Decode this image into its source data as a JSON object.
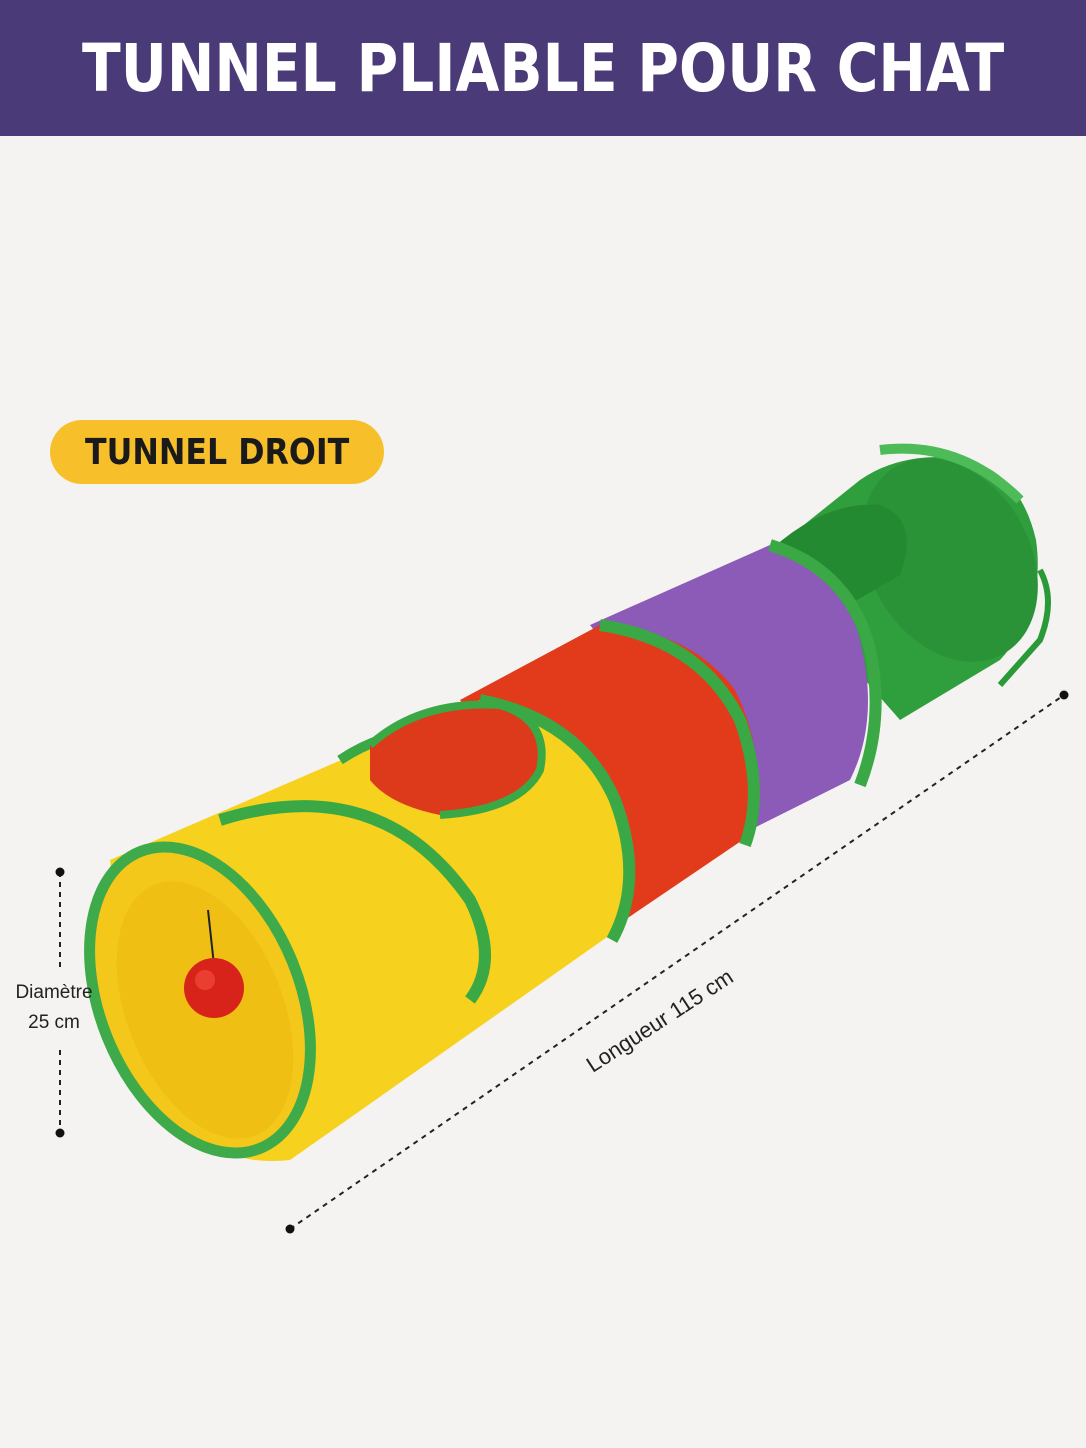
{
  "header": {
    "title": "TUNNEL PLIABLE POUR CHAT"
  },
  "badge": {
    "label": "TUNNEL DROIT"
  },
  "dimensions": {
    "diameter_line1": "Diamètre",
    "diameter_line2": "25 cm",
    "length": "Longueur 115 cm"
  },
  "colors": {
    "header_bg": "#4b3a78",
    "badge_bg": "#f7c02b",
    "yellow": "#f5cf1f",
    "red": "#e03a1c",
    "purple": "#8d5bb8",
    "green": "#2e9e3e",
    "trim": "#3faa4a"
  }
}
